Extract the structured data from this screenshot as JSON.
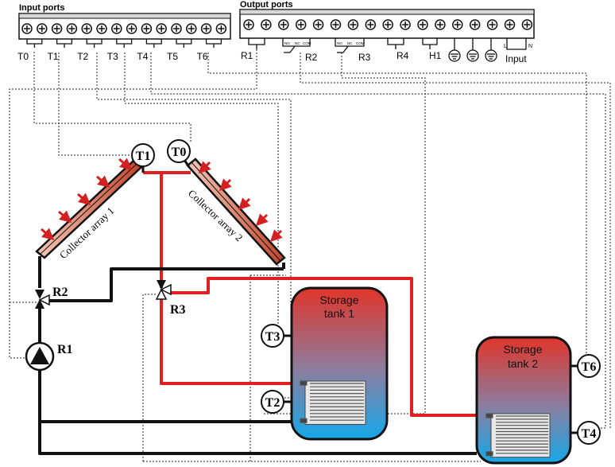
{
  "header": {
    "input_title": "Input ports",
    "output_title": "Output ports"
  },
  "input_ports": [
    "T0",
    "T1",
    "T2",
    "T3",
    "T4",
    "T5",
    "T6"
  ],
  "output_ports": {
    "r1": "R1",
    "r2": "R2",
    "r3": "R3",
    "r4": "R4",
    "h1": "H1",
    "input": "Input",
    "l": "L",
    "n": "N",
    "relay_no": "NO",
    "relay_nc": "NC",
    "relay_com": "COM"
  },
  "sensors": {
    "t0": "T0",
    "t1": "T1",
    "t2": "T2",
    "t3": "T3",
    "t4": "T4",
    "t6": "T6"
  },
  "collectors": {
    "array1": "Collector array 1",
    "array2": "Collector array 2"
  },
  "valves": {
    "r1": "R1",
    "r2": "R2",
    "r3": "R3"
  },
  "tanks": {
    "tank1_line1": "Storage",
    "tank1_line2": "tank 1",
    "tank2_line1": "Storage",
    "tank2_line2": "tank 2"
  },
  "colors": {
    "hot_pipe": "#e02020",
    "cold_pipe": "#111111",
    "tank_top": "#e0352a",
    "tank_bottom": "#14a8e8",
    "arrow": "#d42020"
  }
}
